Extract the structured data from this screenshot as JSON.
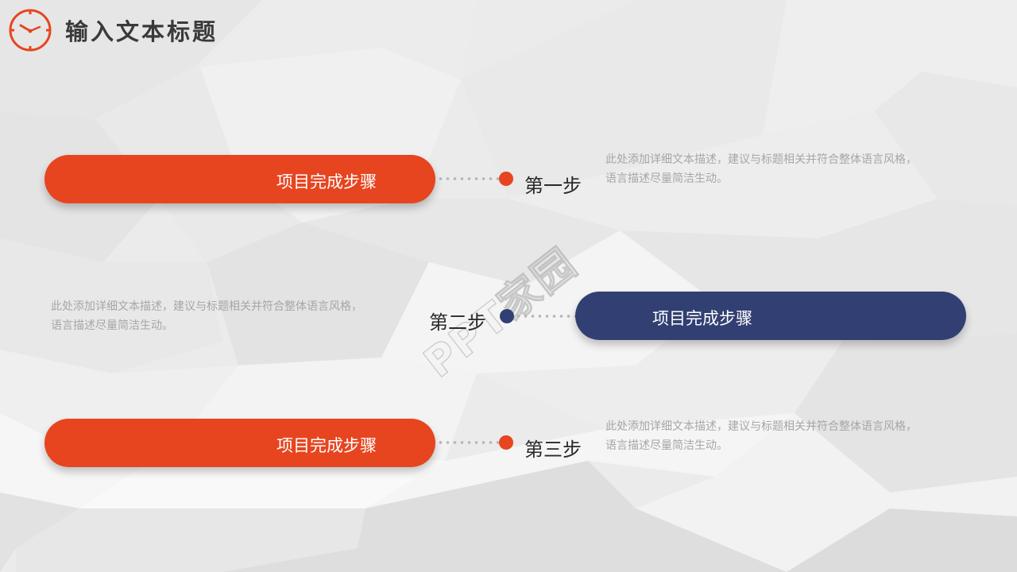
{
  "header": {
    "icon": "clock-icon",
    "title": "输入文本标题",
    "accent_color": "#e64520"
  },
  "colors": {
    "orange": "#e64520",
    "navy": "#323f72",
    "description_text": "#a6a6a6",
    "step_text": "#2a2a2a"
  },
  "steps": [
    {
      "pill_label": "项目完成步骤",
      "step_label": "第一步",
      "color": "orange",
      "description_line1": "此处添加详细文本描述，建议与标题相关并符合整体语言风格，",
      "description_line2": "语言描述尽量简洁生动。"
    },
    {
      "pill_label": "项目完成步骤",
      "step_label": "第二步",
      "color": "navy",
      "description_line1": "此处添加详细文本描述，建议与标题相关并符合整体语言风格，",
      "description_line2": "语言描述尽量简洁生动。"
    },
    {
      "pill_label": "项目完成步骤",
      "step_label": "第三步",
      "color": "orange",
      "description_line1": "此处添加详细文本描述，建议与标题相关并符合整体语言风格，",
      "description_line2": "语言描述尽量简洁生动。"
    }
  ],
  "watermark": {
    "text": "PPT家园"
  }
}
